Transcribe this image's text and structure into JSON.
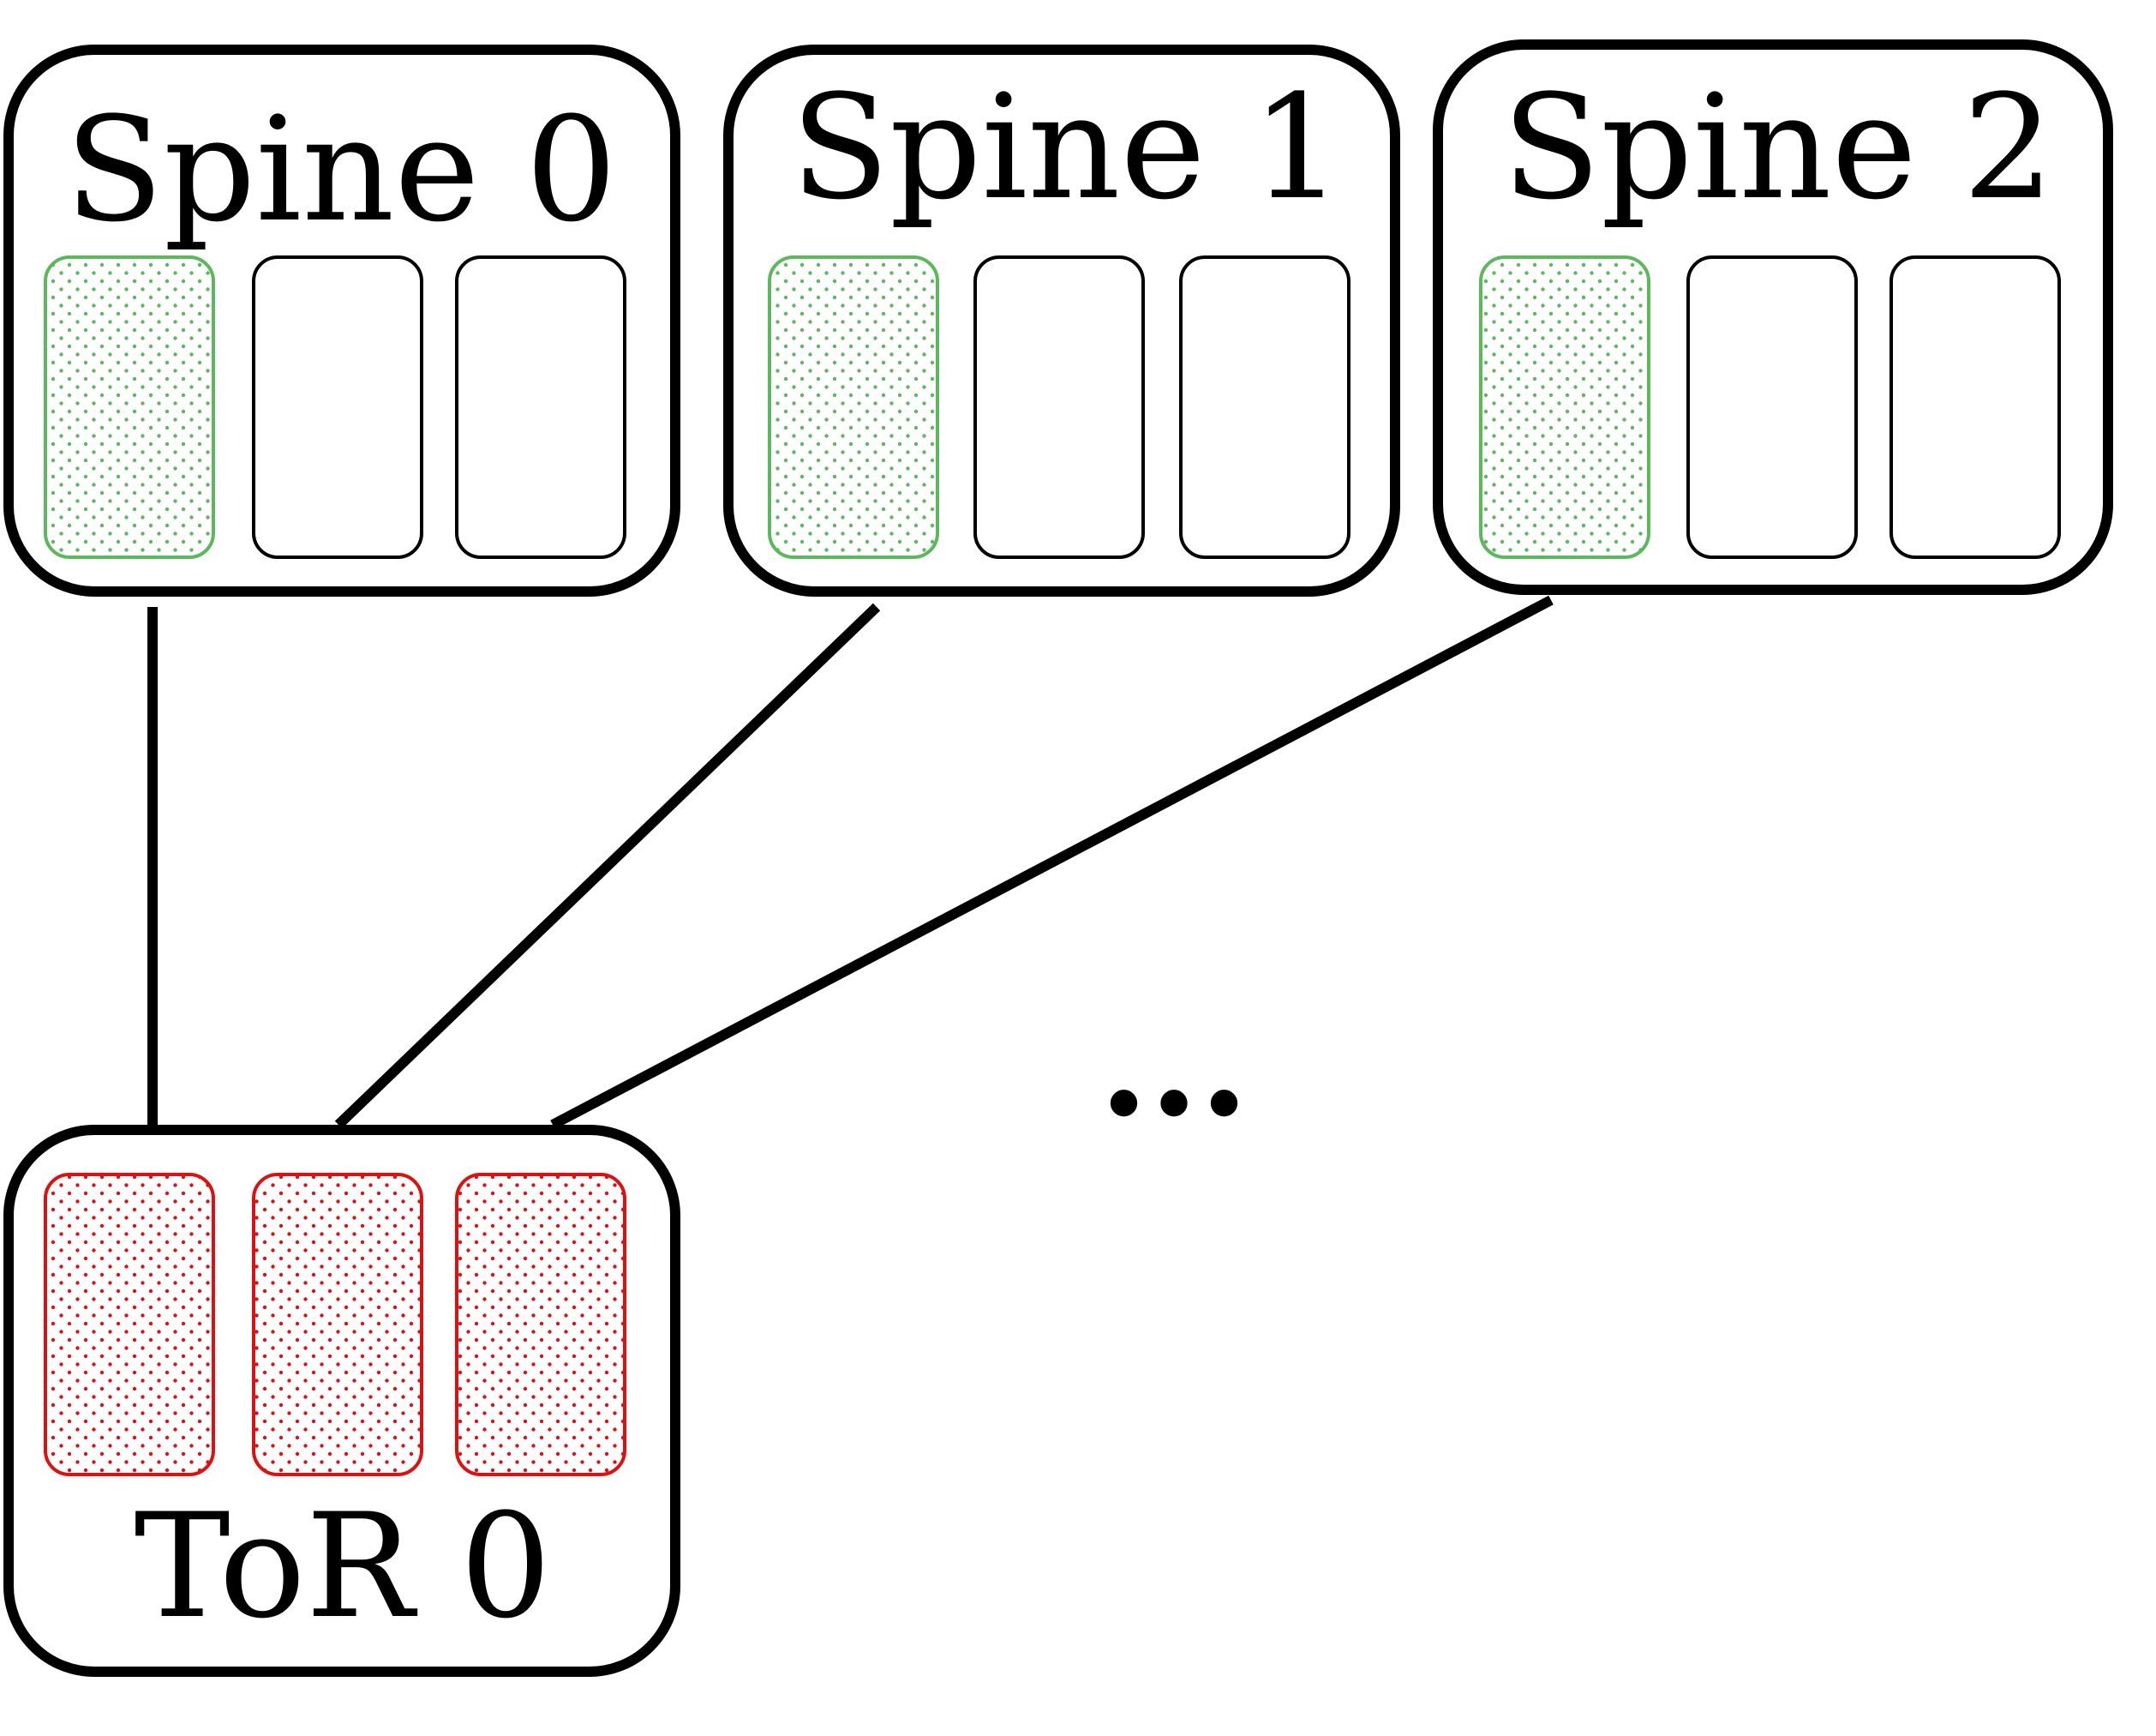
{
  "spines": [
    {
      "label": "Spine 0",
      "ports": [
        "active",
        "empty",
        "empty"
      ]
    },
    {
      "label": "Spine 1",
      "ports": [
        "active",
        "empty",
        "empty"
      ]
    },
    {
      "label": "Spine 2",
      "ports": [
        "active",
        "empty",
        "empty"
      ]
    }
  ],
  "tor": {
    "label": "ToR 0",
    "ports": [
      "active",
      "active",
      "active"
    ]
  },
  "ellipsis": "...",
  "colors": {
    "spine_port_active": "#5cb85c",
    "tor_port_active": "#dd1111",
    "outline": "#000000",
    "background": "#ffffff"
  }
}
